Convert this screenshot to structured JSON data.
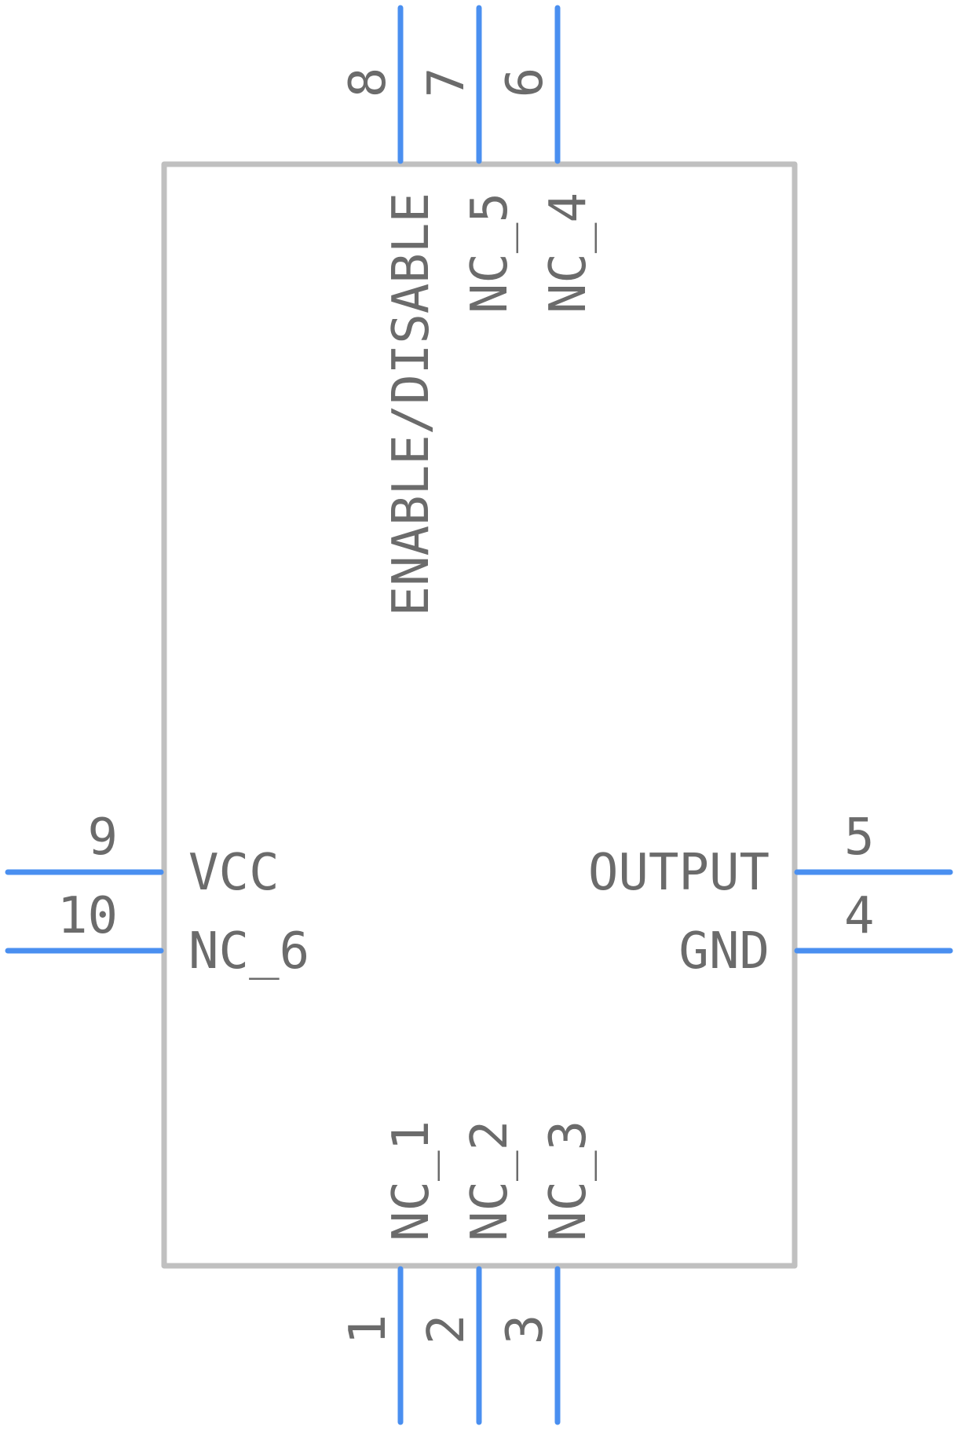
{
  "colors": {
    "pin": "#4a8ff0",
    "body": "#c0c0c0",
    "text": "#6b6b6b"
  },
  "pins": {
    "p1": {
      "number": "1",
      "name": "NC_1"
    },
    "p2": {
      "number": "2",
      "name": "NC_2"
    },
    "p3": {
      "number": "3",
      "name": "NC_3"
    },
    "p4": {
      "number": "4",
      "name": "GND"
    },
    "p5": {
      "number": "5",
      "name": "OUTPUT"
    },
    "p6": {
      "number": "6",
      "name": "NC_4"
    },
    "p7": {
      "number": "7",
      "name": "NC_5"
    },
    "p8": {
      "number": "8",
      "name": "ENABLE/DISABLE"
    },
    "p9": {
      "number": "9",
      "name": "VCC"
    },
    "p10": {
      "number": "10",
      "name": "NC_6"
    }
  }
}
